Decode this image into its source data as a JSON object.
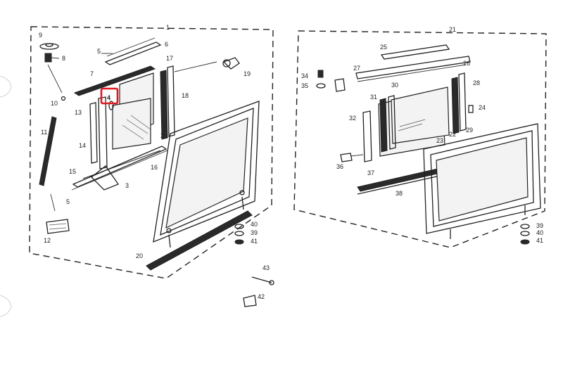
{
  "highlight": {
    "label": "4",
    "color": "#e0191e"
  },
  "ink_color": "#222222",
  "left_assembly": {
    "header": "1",
    "labels": [
      "9",
      "8",
      "6",
      "5",
      "17",
      "19",
      "7",
      "18",
      "10",
      "13",
      "4",
      "11",
      "14",
      "2",
      "15",
      "16",
      "3",
      "5",
      "12",
      "20",
      "40",
      "39",
      "41",
      "43",
      "42"
    ]
  },
  "right_assembly": {
    "header": "21",
    "labels": [
      "25",
      "27",
      "26",
      "34",
      "35",
      "28",
      "31",
      "30",
      "24",
      "32",
      "22",
      "29",
      "23",
      "36",
      "37",
      "38",
      "39",
      "40",
      "41"
    ]
  }
}
